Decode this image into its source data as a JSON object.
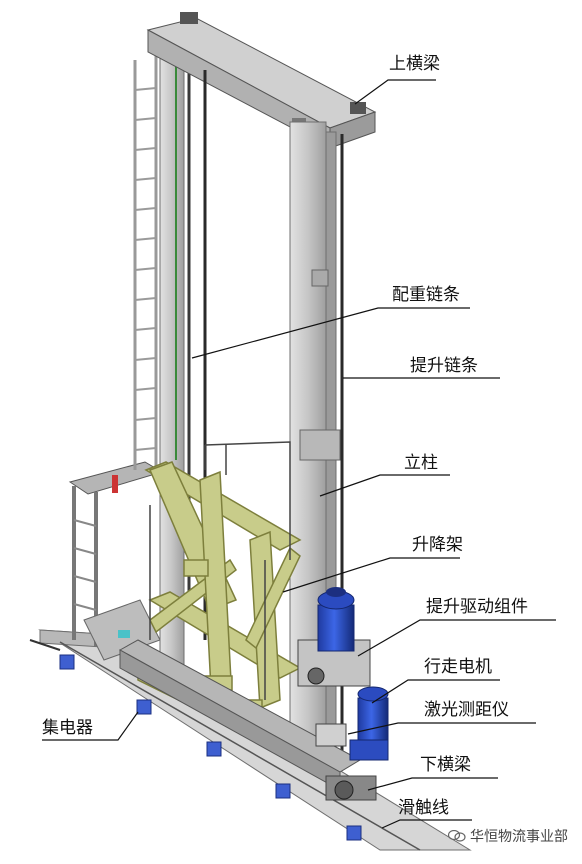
{
  "labels": {
    "top_beam": "上横梁",
    "counterweight_chain": "配重链条",
    "lift_chain": "提升链条",
    "column": "立柱",
    "lift_frame": "升降架",
    "lift_drive": "提升驱动组件",
    "travel_motor": "行走电机",
    "laser_range": "激光测距仪",
    "bottom_beam": "下横梁",
    "collector": "集电器",
    "trolley_line": "滑触线"
  },
  "watermark": "华恒物流事业部",
  "colors": {
    "frame_grey": "#c9c9c9",
    "frame_edge": "#6f6f6f",
    "lift_frame_yellow": "#c8cc8a",
    "lift_frame_edge": "#7d7f3c",
    "motor_blue": "#2a4fc8",
    "motor_blue_dark": "#1a2f85"
  }
}
